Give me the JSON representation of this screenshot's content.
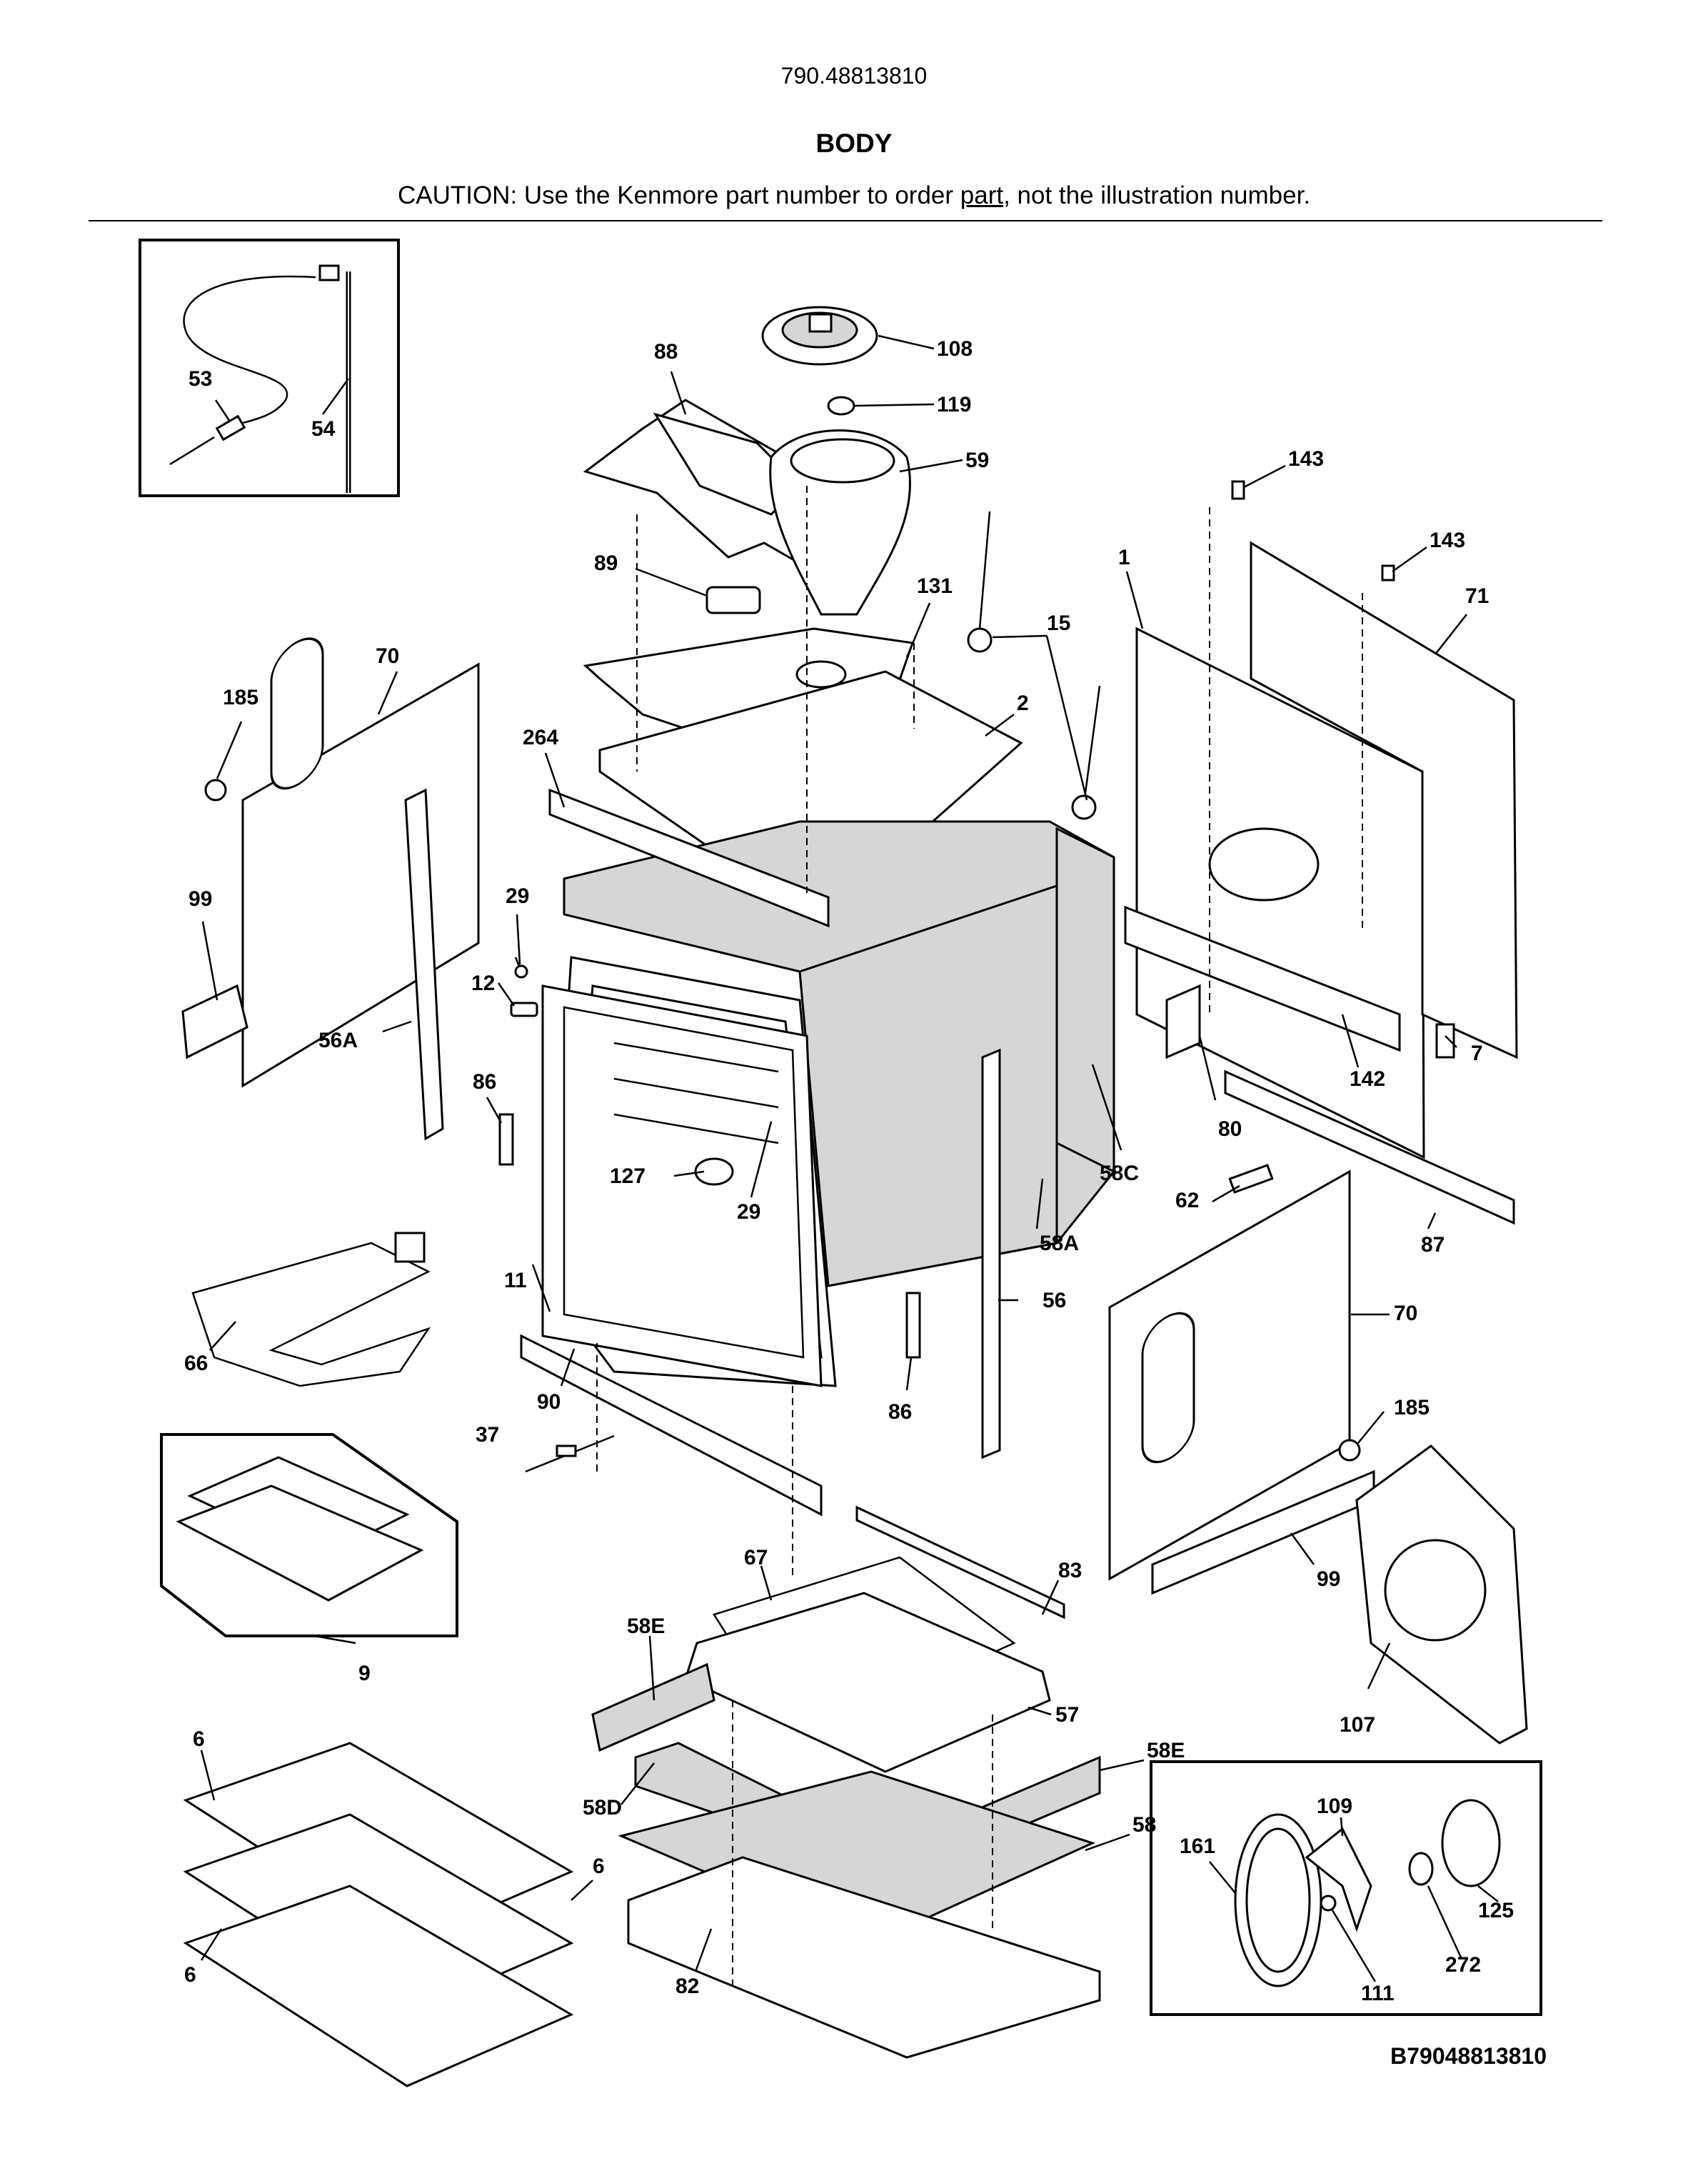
{
  "header": {
    "model_number": "790.48813810",
    "section_title": "BODY",
    "caution_before": "CAUTION: Use the Kenmore part number to order ",
    "caution_link": "part",
    "caution_after": ", not the illustration number."
  },
  "callouts": {
    "c53": "53",
    "c54": "54",
    "c88": "88",
    "c108": "108",
    "c119": "119",
    "c59": "59",
    "c143a": "143",
    "c143b": "143",
    "c71": "71",
    "c1": "1",
    "c89": "89",
    "c131": "131",
    "c15": "15",
    "c2": "2",
    "c185a": "185",
    "c70a": "70",
    "c264": "264",
    "c99a": "99",
    "c29a": "29",
    "c12": "12",
    "c56A": "56A",
    "c86a": "86",
    "c7": "7",
    "c142": "142",
    "c80": "80",
    "c58C": "58C",
    "c127": "127",
    "c29b": "29",
    "c62": "62",
    "c87": "87",
    "c11": "11",
    "c58A": "58A",
    "c56": "56",
    "c66": "66",
    "c90": "90",
    "c86b": "86",
    "c70b": "70",
    "c185b": "185",
    "c37": "37",
    "c83": "83",
    "c99b": "99",
    "c9": "9",
    "c67": "67",
    "c58Ea": "58E",
    "c57": "57",
    "c107": "107",
    "c58Eb": "58E",
    "c6a": "6",
    "c58D": "58D",
    "c58": "58",
    "c6b": "6",
    "c6c": "6",
    "c82": "82",
    "c109": "109",
    "c161": "161",
    "c125": "125",
    "c272": "272",
    "c111": "111"
  },
  "diagram_code": "B79048813810"
}
